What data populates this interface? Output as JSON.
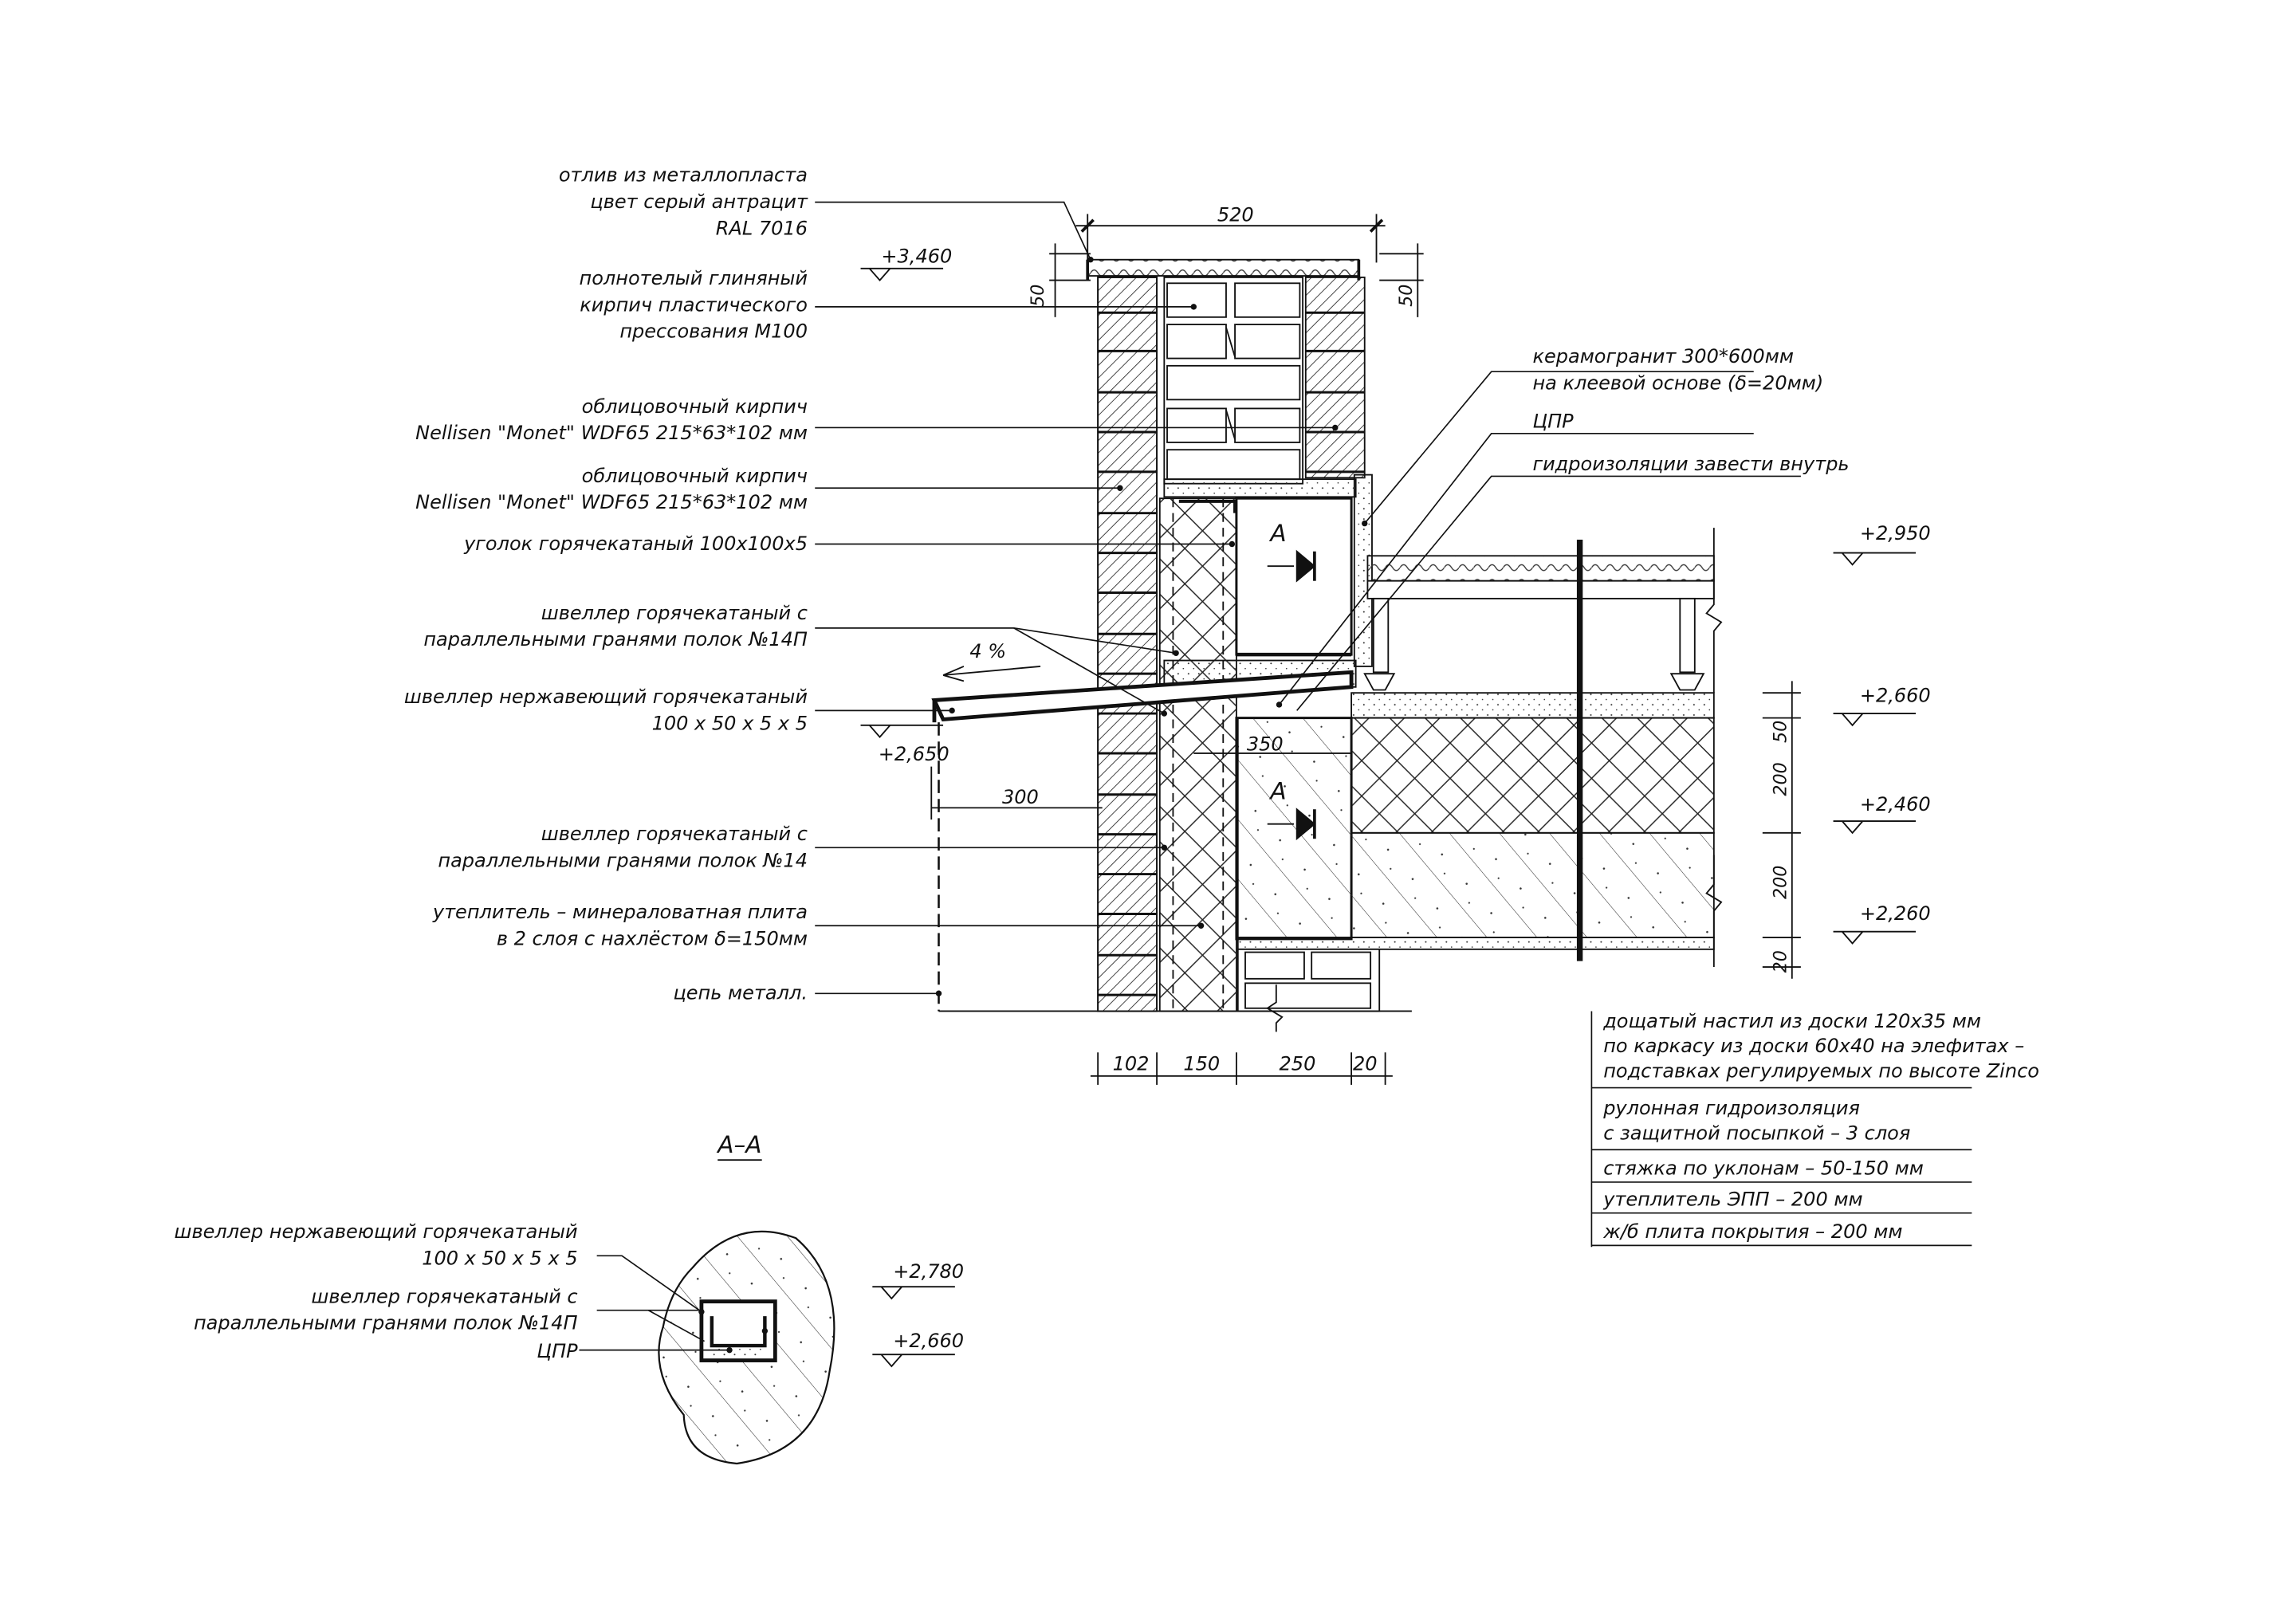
{
  "labels": {
    "otliv": [
      "отлив из металлопласта",
      "цвет серый антрацит",
      "RAL 7016"
    ],
    "full_brick": [
      "полнотелый глиняный",
      "кирпич пластического",
      "прессования М100"
    ],
    "facing1": [
      "облицовочный кирпич",
      "Nellisen \"Monet\" WDF65 215*63*102 мм"
    ],
    "facing2": [
      "облицовочный кирпич",
      "Nellisen \"Monet\" WDF65 215*63*102 мм"
    ],
    "angle": [
      "уголок горячекатаный 100х100х5"
    ],
    "channel_14p": [
      "швеллер горячекатаный с",
      "параллельными гранями полок №14П"
    ],
    "channel_ss": [
      "швеллер нержавеющий горячекатаный",
      "100 х 50 х 5 х 5"
    ],
    "channel_14": [
      "швеллер горячекатаный с",
      "параллельными гранями полок №14"
    ],
    "insulation": [
      "утеплитель – минераловатная плита",
      "в 2 слоя с нахлёстом δ=150мм"
    ],
    "chain": [
      "цепь металл."
    ],
    "ceramogranite": [
      "керамогранит 300*600мм",
      "на клеевой основе (δ=20мм)"
    ],
    "cpr": [
      "ЦПР"
    ],
    "waterproof_in": [
      "гидроизоляции завести внутрь"
    ]
  },
  "dimensions": {
    "top_width": "520",
    "cap_left": "50",
    "cap_right": "50",
    "slope": "4 %",
    "overhang": "300",
    "d350": "350",
    "bottom": [
      "102",
      "150",
      "250",
      "20"
    ],
    "right_vert": [
      "50",
      "200",
      "200",
      "20"
    ]
  },
  "levels": {
    "l3460": "+3,460",
    "l2950": "+2,950",
    "l2660": "+2,660",
    "l2650": "+2,650",
    "l2460": "+2,460",
    "l2260": "+2,260",
    "aa_2780": "+2,780",
    "aa_2660": "+2,660"
  },
  "section_marks": [
    "А",
    "А"
  ],
  "roof_layers": [
    [
      "дощатый настил из доски 120х35 мм",
      "по каркасу из доски 60х40 на элефитах –",
      "подставках регулируемых по высоте Zinco"
    ],
    [
      "рулонная гидроизоляция",
      "с защитной посыпкой – 3 слоя"
    ],
    [
      "стяжка по уклонам – 50-150 мм"
    ],
    [
      "утеплитель ЭПП – 200 мм"
    ],
    [
      "ж/б плита покрытия – 200 мм"
    ]
  ],
  "section_aa": {
    "title": "А–А",
    "labels": [
      [
        "швеллер нержавеющий горячекатаный",
        "100 х 50 х 5 х 5"
      ],
      [
        "швеллер горячекатаный с",
        "параллельными гранями полок №14П"
      ],
      [
        "ЦПР"
      ]
    ]
  }
}
